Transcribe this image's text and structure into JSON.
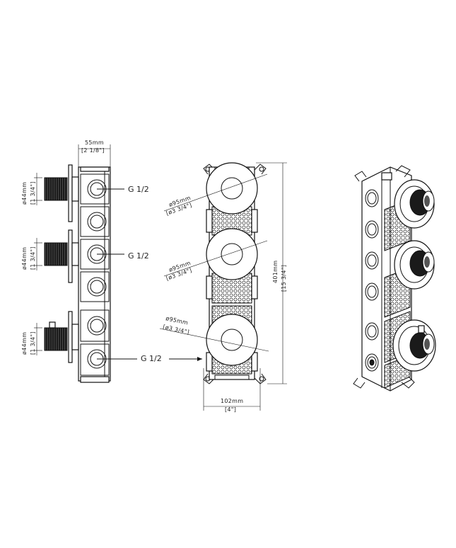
{
  "side_view": {
    "width_mm": "55mm",
    "width_in": "[2 1/8\"]",
    "handle_diameters": [
      {
        "mm": "ø44mm",
        "in": "[1 3/4\"]"
      },
      {
        "mm": "ø44mm",
        "in": "[1 3/4\"]"
      },
      {
        "mm": "ø44mm",
        "in": "[1 3/4\"]"
      }
    ],
    "connection_labels": [
      "G 1/2",
      "G 1/2",
      "G 1/2"
    ]
  },
  "front_view": {
    "plate_diameters": [
      {
        "mm": "ø95mm",
        "in": "[ø3 3/4\"]"
      },
      {
        "mm": "ø95mm",
        "in": "[ø3 3/4\"]"
      },
      {
        "mm": "ø95mm",
        "in": "[ø3 3/4\"]"
      }
    ],
    "height_mm": "401mm",
    "height_in": "[15 3/4\"]",
    "width_mm": "102mm",
    "width_in": "[4\"]"
  },
  "iso_view": {
    "name": "isometric-view"
  },
  "colors": {
    "line": "#111111",
    "fill_dark": "#1a1a1a",
    "background": "#ffffff"
  }
}
